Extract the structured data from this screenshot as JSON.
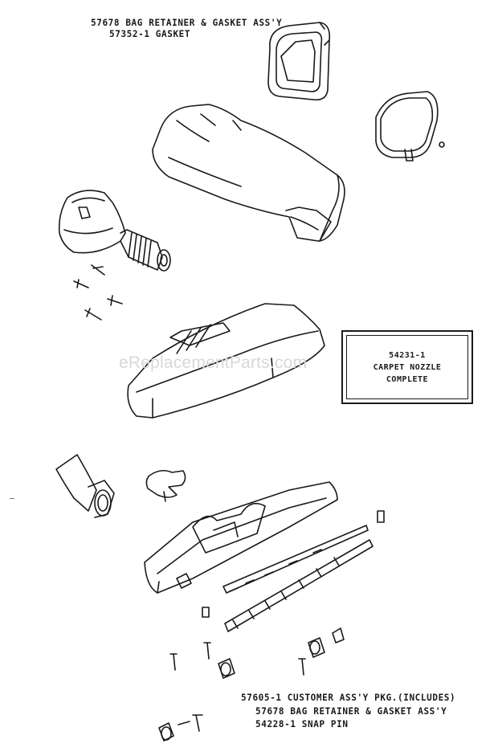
{
  "labels": {
    "top_line1": "57678 BAG RETAINER & GASKET ASS'Y",
    "top_line2": "57352-1 GASKET",
    "box_line1": "54231-1",
    "box_line2": "CARPET NOZZLE",
    "box_line3": "COMPLETE",
    "bottom_line1": "57605-1 CUSTOMER ASS'Y PKG.(INCLUDES)",
    "bottom_line2": "57678 BAG RETAINER & GASKET ASS'Y",
    "bottom_line3": "54228-1 SNAP PIN"
  },
  "watermark": "eReplacementParts.com"
}
